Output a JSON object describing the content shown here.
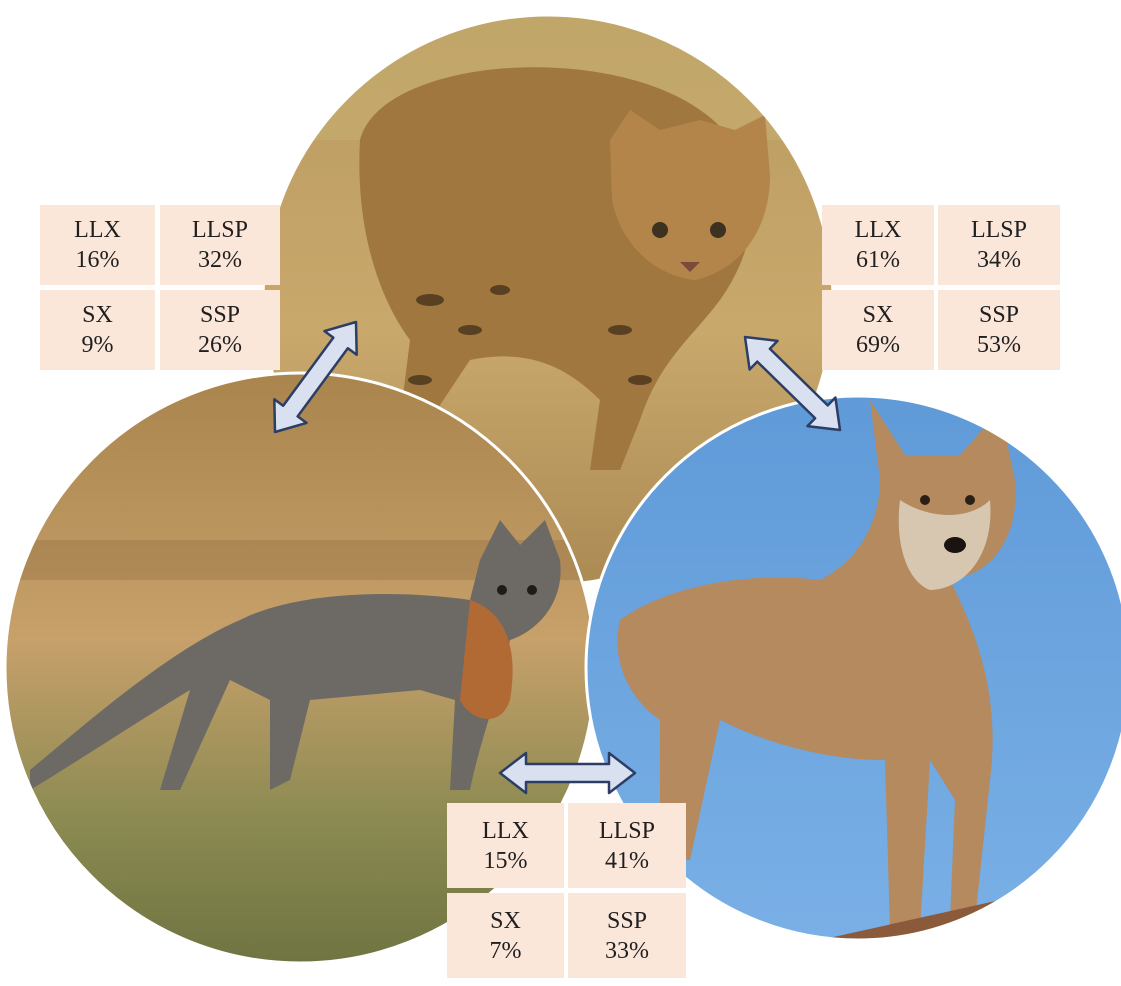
{
  "colors": {
    "cell_fill": "#fbe6da",
    "arrow_fill": "#d9e1f0",
    "arrow_stroke": "#2c3e66",
    "sky": "#6fa6e0",
    "grass": "#b79a5a",
    "circle_border": "#ffffff"
  },
  "photos": [
    {
      "name": "bobcat-photo",
      "subject": "bobcat"
    },
    {
      "name": "gray-fox-photo",
      "subject": "gray fox"
    },
    {
      "name": "coyote-photo",
      "subject": "coyote"
    }
  ],
  "icons": [
    "double-arrow-icon"
  ],
  "tables": {
    "bobcat_fox": {
      "cells": [
        {
          "name": "LLX",
          "value": "16%"
        },
        {
          "name": "LLSP",
          "value": "32%"
        },
        {
          "name": "SX",
          "value": "9%"
        },
        {
          "name": "SSP",
          "value": "26%"
        }
      ]
    },
    "bobcat_coyote": {
      "cells": [
        {
          "name": "LLX",
          "value": "61%"
        },
        {
          "name": "LLSP",
          "value": "34%"
        },
        {
          "name": "SX",
          "value": "69%"
        },
        {
          "name": "SSP",
          "value": "53%"
        }
      ]
    },
    "fox_coyote": {
      "cells": [
        {
          "name": "LLX",
          "value": "15%"
        },
        {
          "name": "LLSP",
          "value": "41%"
        },
        {
          "name": "SX",
          "value": "7%"
        },
        {
          "name": "SSP",
          "value": "33%"
        }
      ]
    }
  }
}
